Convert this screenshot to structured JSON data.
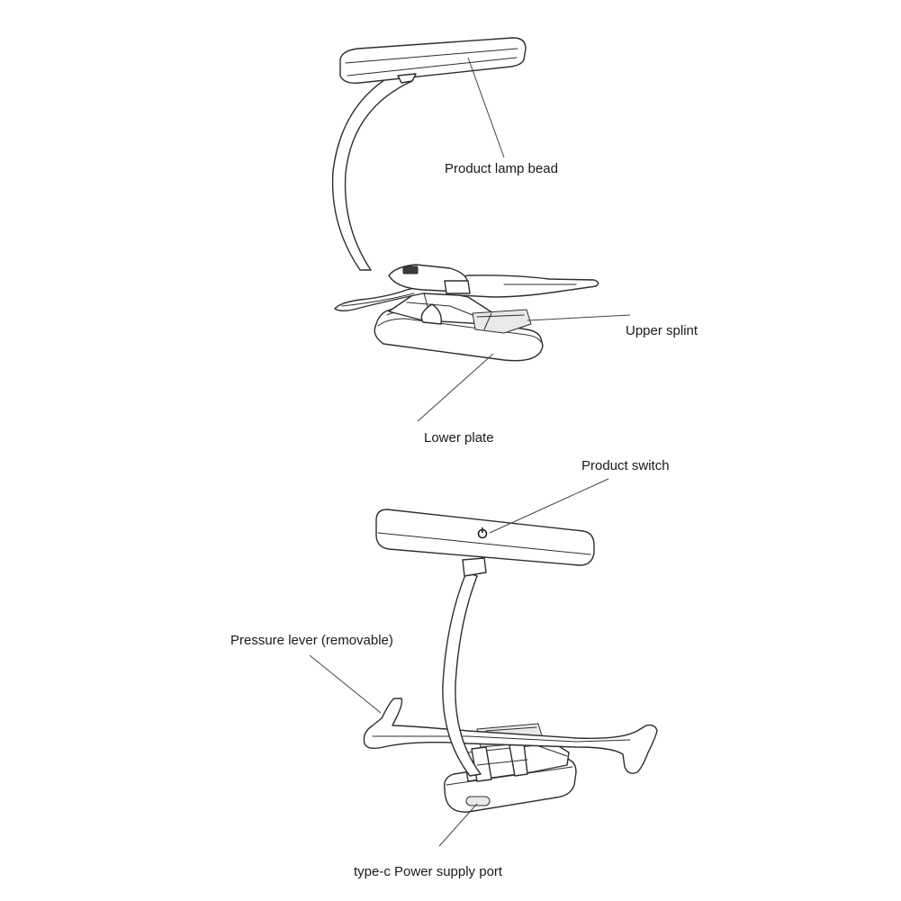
{
  "labels": {
    "lamp_bead": "Product lamp bead",
    "upper_splint": "Upper splint",
    "lower_plate": "Lower plate",
    "product_switch": "Product switch",
    "pressure_lever": "Pressure lever (removable)",
    "power_port": "type-c Power supply port"
  },
  "icons": {
    "power_button": "power-icon"
  }
}
